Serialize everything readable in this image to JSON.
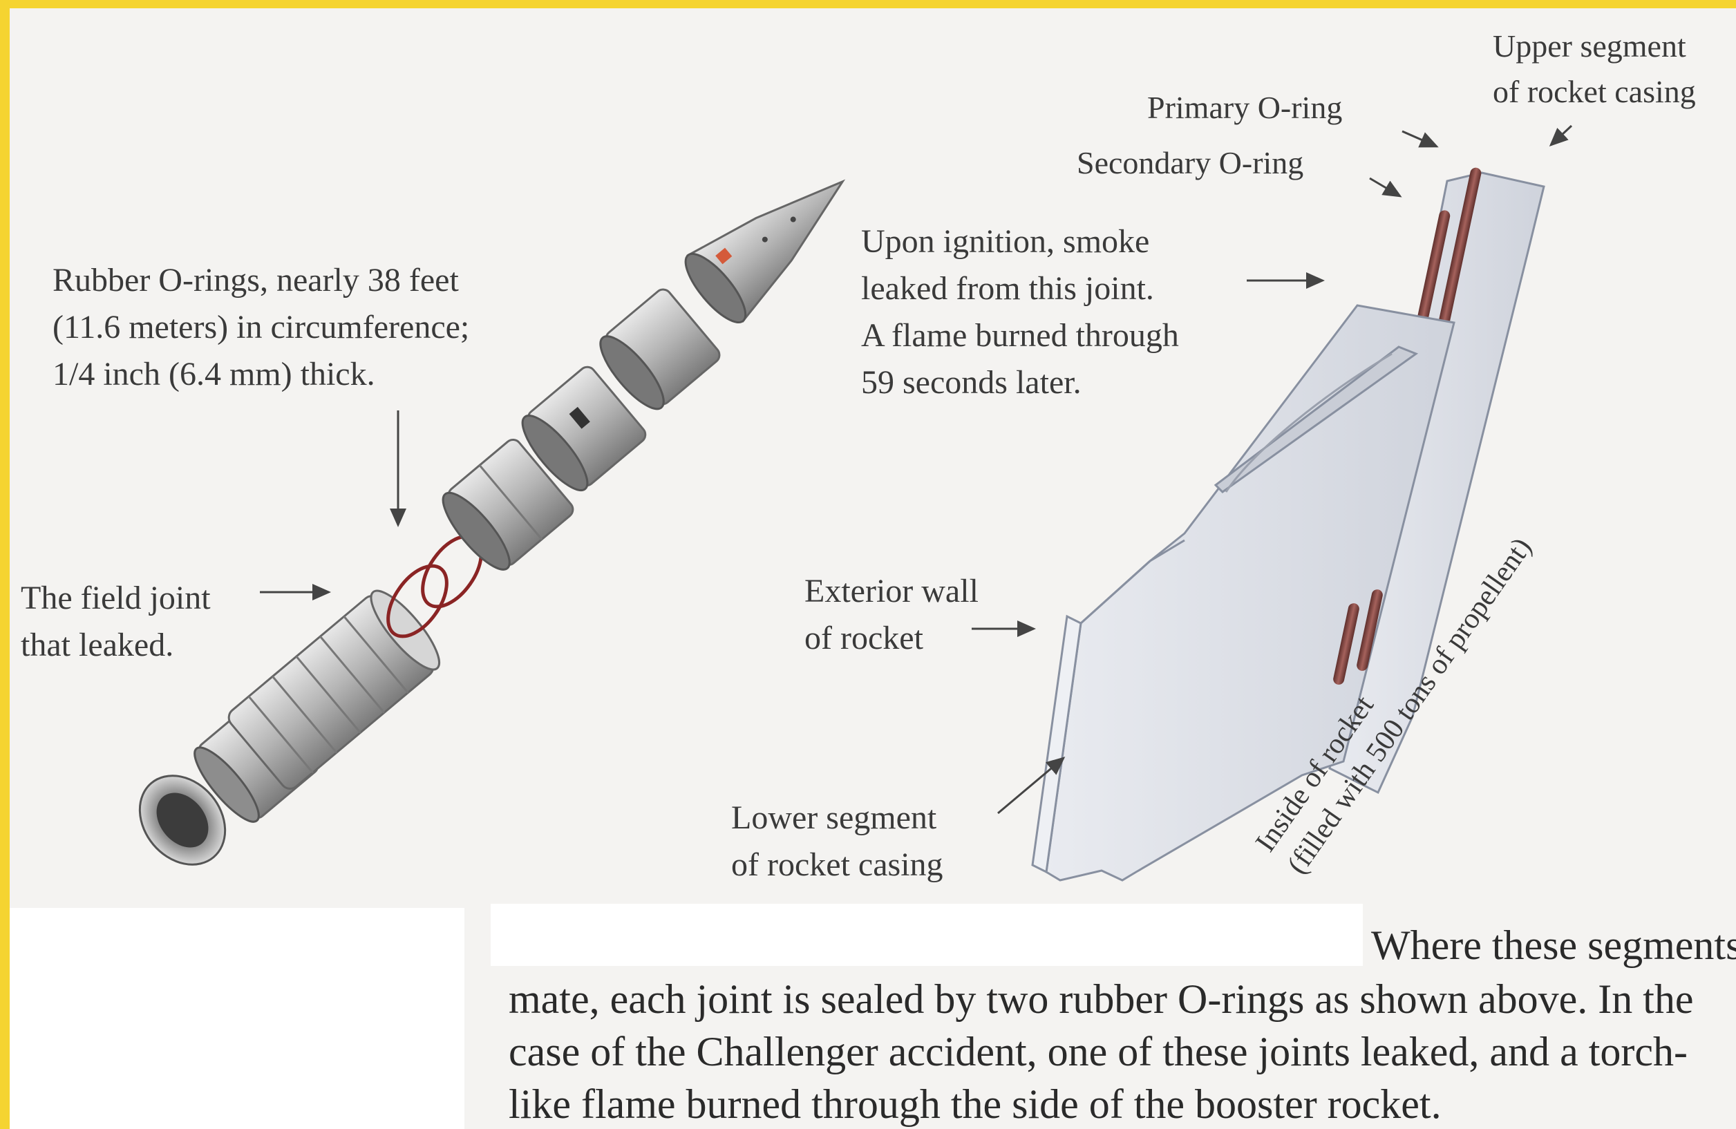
{
  "labels": {
    "upper_segment": "Upper segment\nof rocket casing",
    "primary_oring": "Primary O-ring",
    "secondary_oring": "Secondary O-ring",
    "ignition_note": "Upon ignition, smoke\nleaked from this joint.\nA flame burned through\n59 seconds later.",
    "rubber_orings": "Rubber O-rings, nearly 38 feet\n(11.6 meters) in circumference;\n1/4 inch (6.4 mm) thick.",
    "field_joint": "The field joint\nthat leaked.",
    "exterior_wall": "Exterior wall\nof rocket",
    "lower_segment": "Lower segment\nof rocket casing",
    "inside_rocket": "Inside of rocket\n(filled with 500 tons of propellent)"
  },
  "caption": {
    "line1": "Where these segments",
    "line2": "mate, each joint is sealed by two rubber O-rings as shown above. In the",
    "line3": "case of the Challenger accident, one of these joints leaked, and a torch-",
    "line4": "like flame burned through the side of the booster rocket."
  },
  "colors": {
    "border": "#f5d431",
    "background": "#f4f3f1",
    "casing": "#dcdfe6",
    "oring": "#8a4e4a",
    "booster_segment": "#b8b8b8"
  }
}
